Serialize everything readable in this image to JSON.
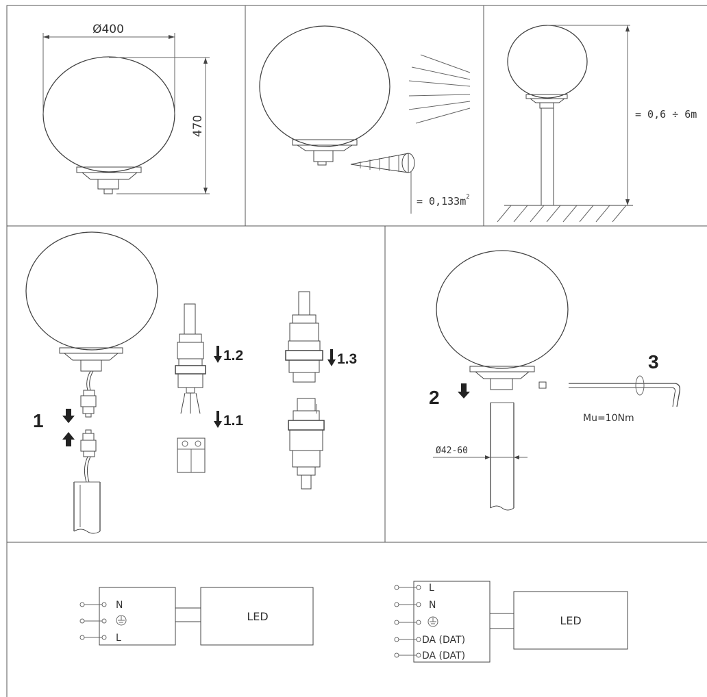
{
  "panel_product": {
    "diameter_label": "Ø400",
    "height_label": "470"
  },
  "panel_wind": {
    "area_label": "= 0,133m",
    "area_exponent": "2"
  },
  "panel_mount_height": {
    "height_label": "= 0,6 ÷ 6m"
  },
  "panel_connection": {
    "step_1": "1",
    "step_1_1": "1.1",
    "step_1_2": "1.2",
    "step_1_3": "1.3"
  },
  "panel_install": {
    "step_2": "2",
    "step_3": "3",
    "pole_diameter": "Ø42-60",
    "torque": "Mu=10Nm"
  },
  "wiring_a": {
    "terminals": [
      "N",
      "L"
    ],
    "driver_label": "LED"
  },
  "wiring_b": {
    "terminals": [
      "L",
      "N",
      "DA (DAT)",
      "DA (DAT)"
    ],
    "driver_label": "LED"
  }
}
